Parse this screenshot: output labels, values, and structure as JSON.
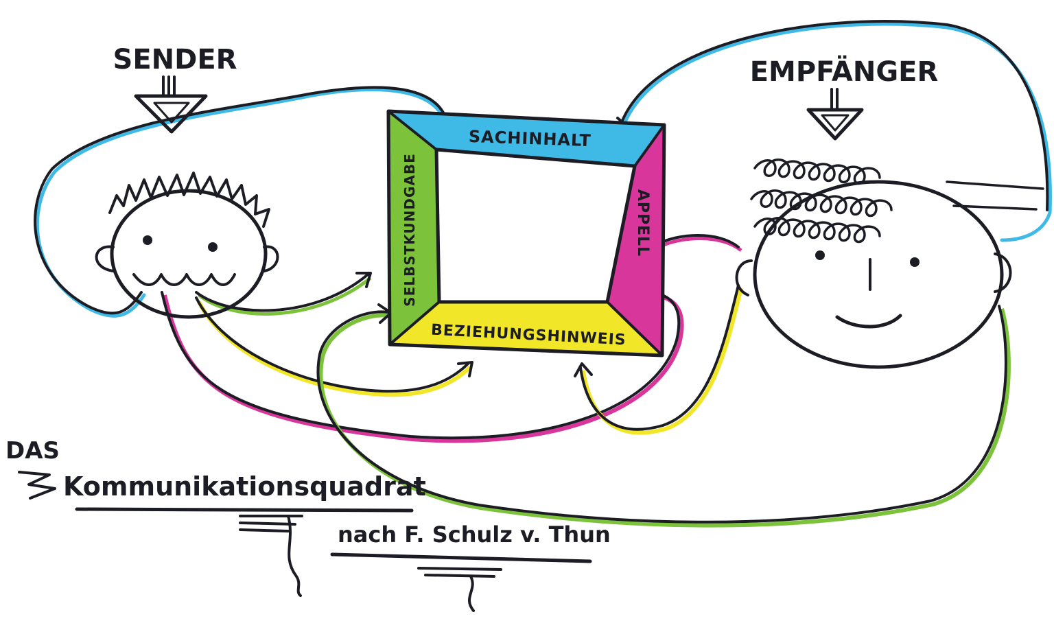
{
  "labels": {
    "sender": "SENDER",
    "receiver": "EMPFÄNGER",
    "title_line1": "DAS",
    "title_line2": "Kommunikationsquadrat",
    "subtitle": "nach F. Schulz v. Thun"
  },
  "frame": {
    "top": "SACHINHALT",
    "left": "SELBSTKUNDGABE",
    "right": "APPELL",
    "bottom": "BEZIEHUNGSHINWEIS"
  },
  "colors": {
    "ink": "#1c1c24",
    "sachinhalt": "#3fb9e6",
    "selbstkundgabe": "#7cc23a",
    "appell": "#d8369a",
    "beziehung": "#f2e628"
  }
}
